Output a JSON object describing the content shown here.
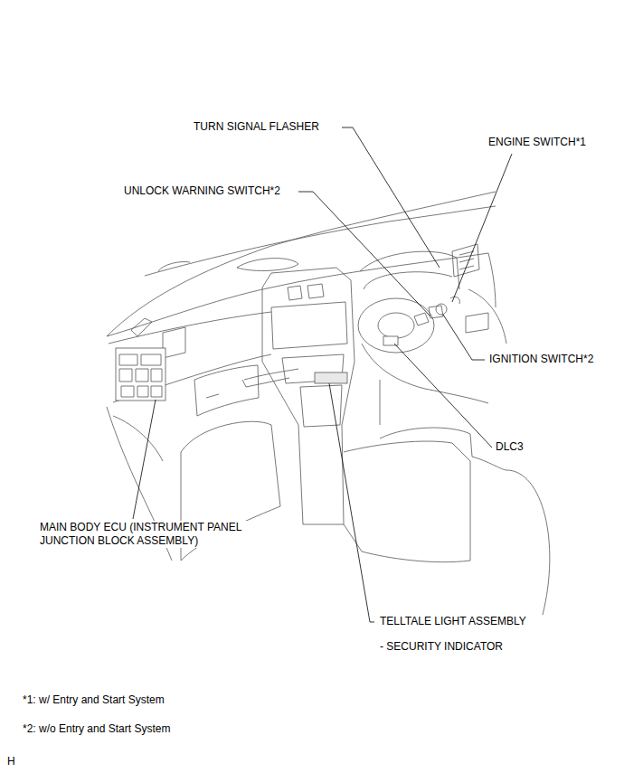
{
  "diagram": {
    "labels": [
      "TURN SIGNAL FLASHER",
      "ENGINE SWITCH*1",
      "UNLOCK WARNING SWITCH*2",
      "IGNITION SWITCH*2",
      "DLC3",
      "MAIN BODY ECU (INSTRUMENT PANEL JUNCTION BLOCK ASSEMBLY)",
      "TELLTALE LIGHT ASSEMBLY",
      "- SECURITY INDICATOR",
      "*1: w/ Entry and Start System",
      "*2: w/o Entry and Start System",
      "H"
    ]
  }
}
